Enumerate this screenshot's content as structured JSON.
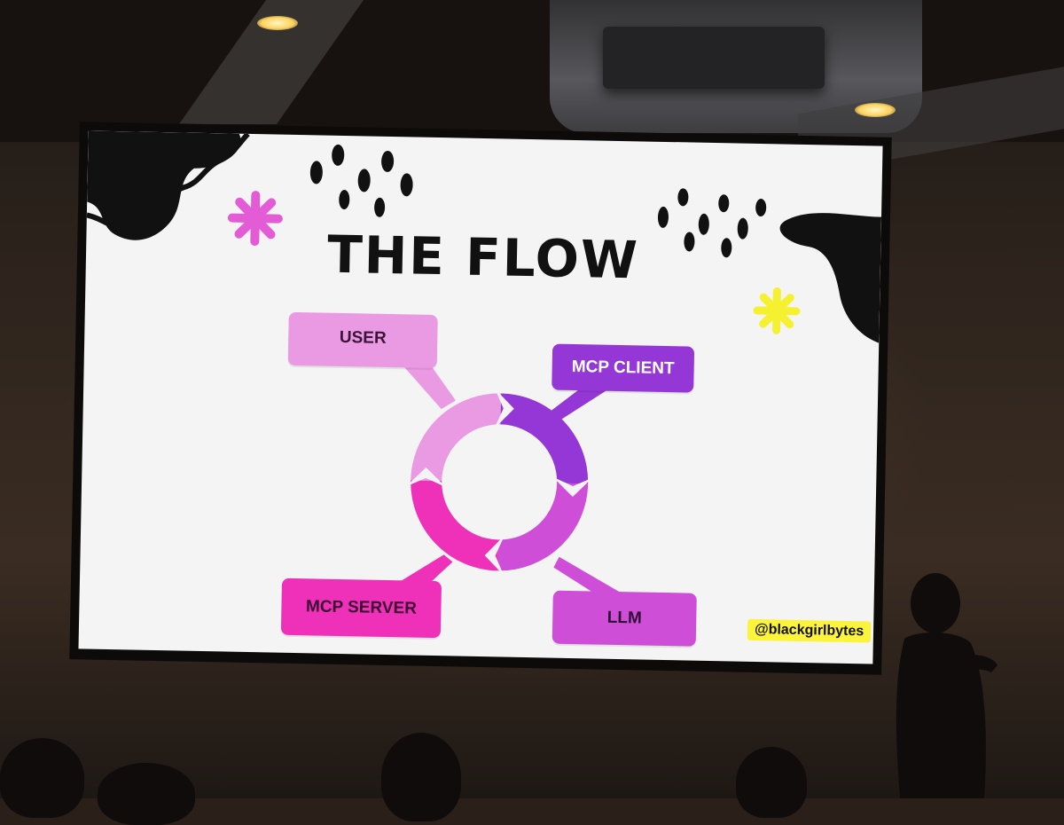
{
  "slide": {
    "title": "THE FLOW",
    "handle": "@blackgirlbytes"
  },
  "flow": {
    "nodes": [
      {
        "id": "user",
        "label": "USER"
      },
      {
        "id": "mcp-client",
        "label": "MCP CLIENT"
      },
      {
        "id": "llm",
        "label": "LLM"
      },
      {
        "id": "mcp-server",
        "label": "MCP SERVER"
      }
    ],
    "colors": {
      "user": "#ea9ae2",
      "mcp_client": "#9437d6",
      "llm": "#cf4ed8",
      "mcp_server": "#ef30b8",
      "title": "#111111",
      "handle_bg": "#fbf33c",
      "pink_star": "#e45bd6",
      "yellow_star": "#f6f130"
    }
  }
}
